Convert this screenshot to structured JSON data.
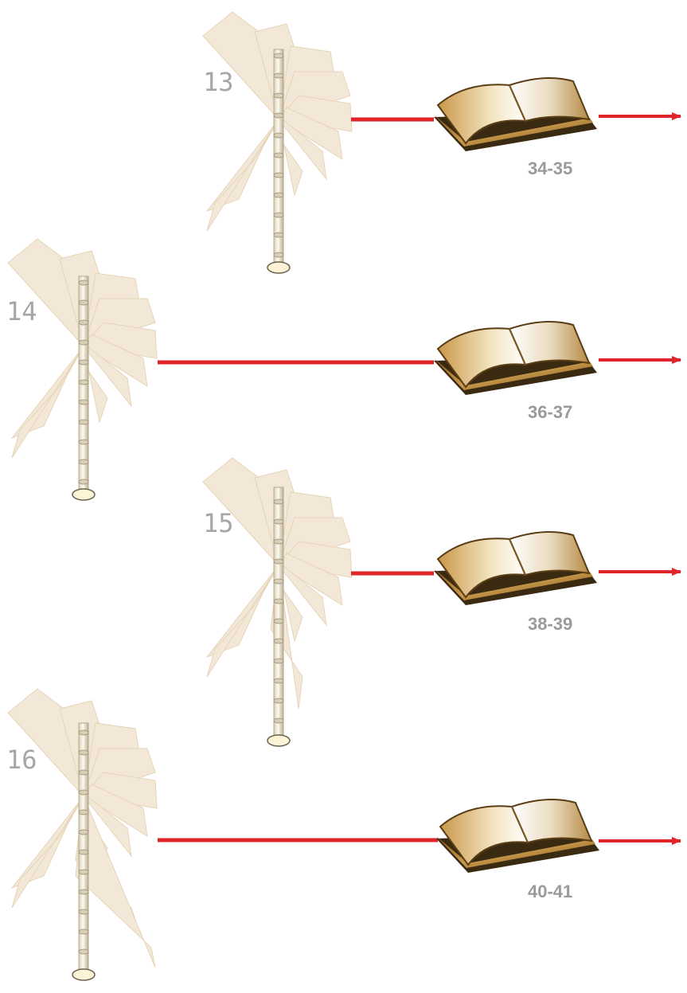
{
  "entries": [
    {
      "number": "13",
      "pages": "34-35"
    },
    {
      "number": "14",
      "pages": "36-37"
    },
    {
      "number": "15",
      "pages": "38-39"
    },
    {
      "number": "16",
      "pages": "40-41"
    }
  ],
  "colors": {
    "connector": "#e0242a",
    "label_gray": "#a6a6a6",
    "tread": "#f3e7d4",
    "tread_edge": "#e4d1b4",
    "book_cover": "#c79a4c",
    "book_pages": "#f2e6cf"
  },
  "icons": [
    "spiral-staircase-icon",
    "open-book-icon",
    "arrow-right-icon"
  ]
}
